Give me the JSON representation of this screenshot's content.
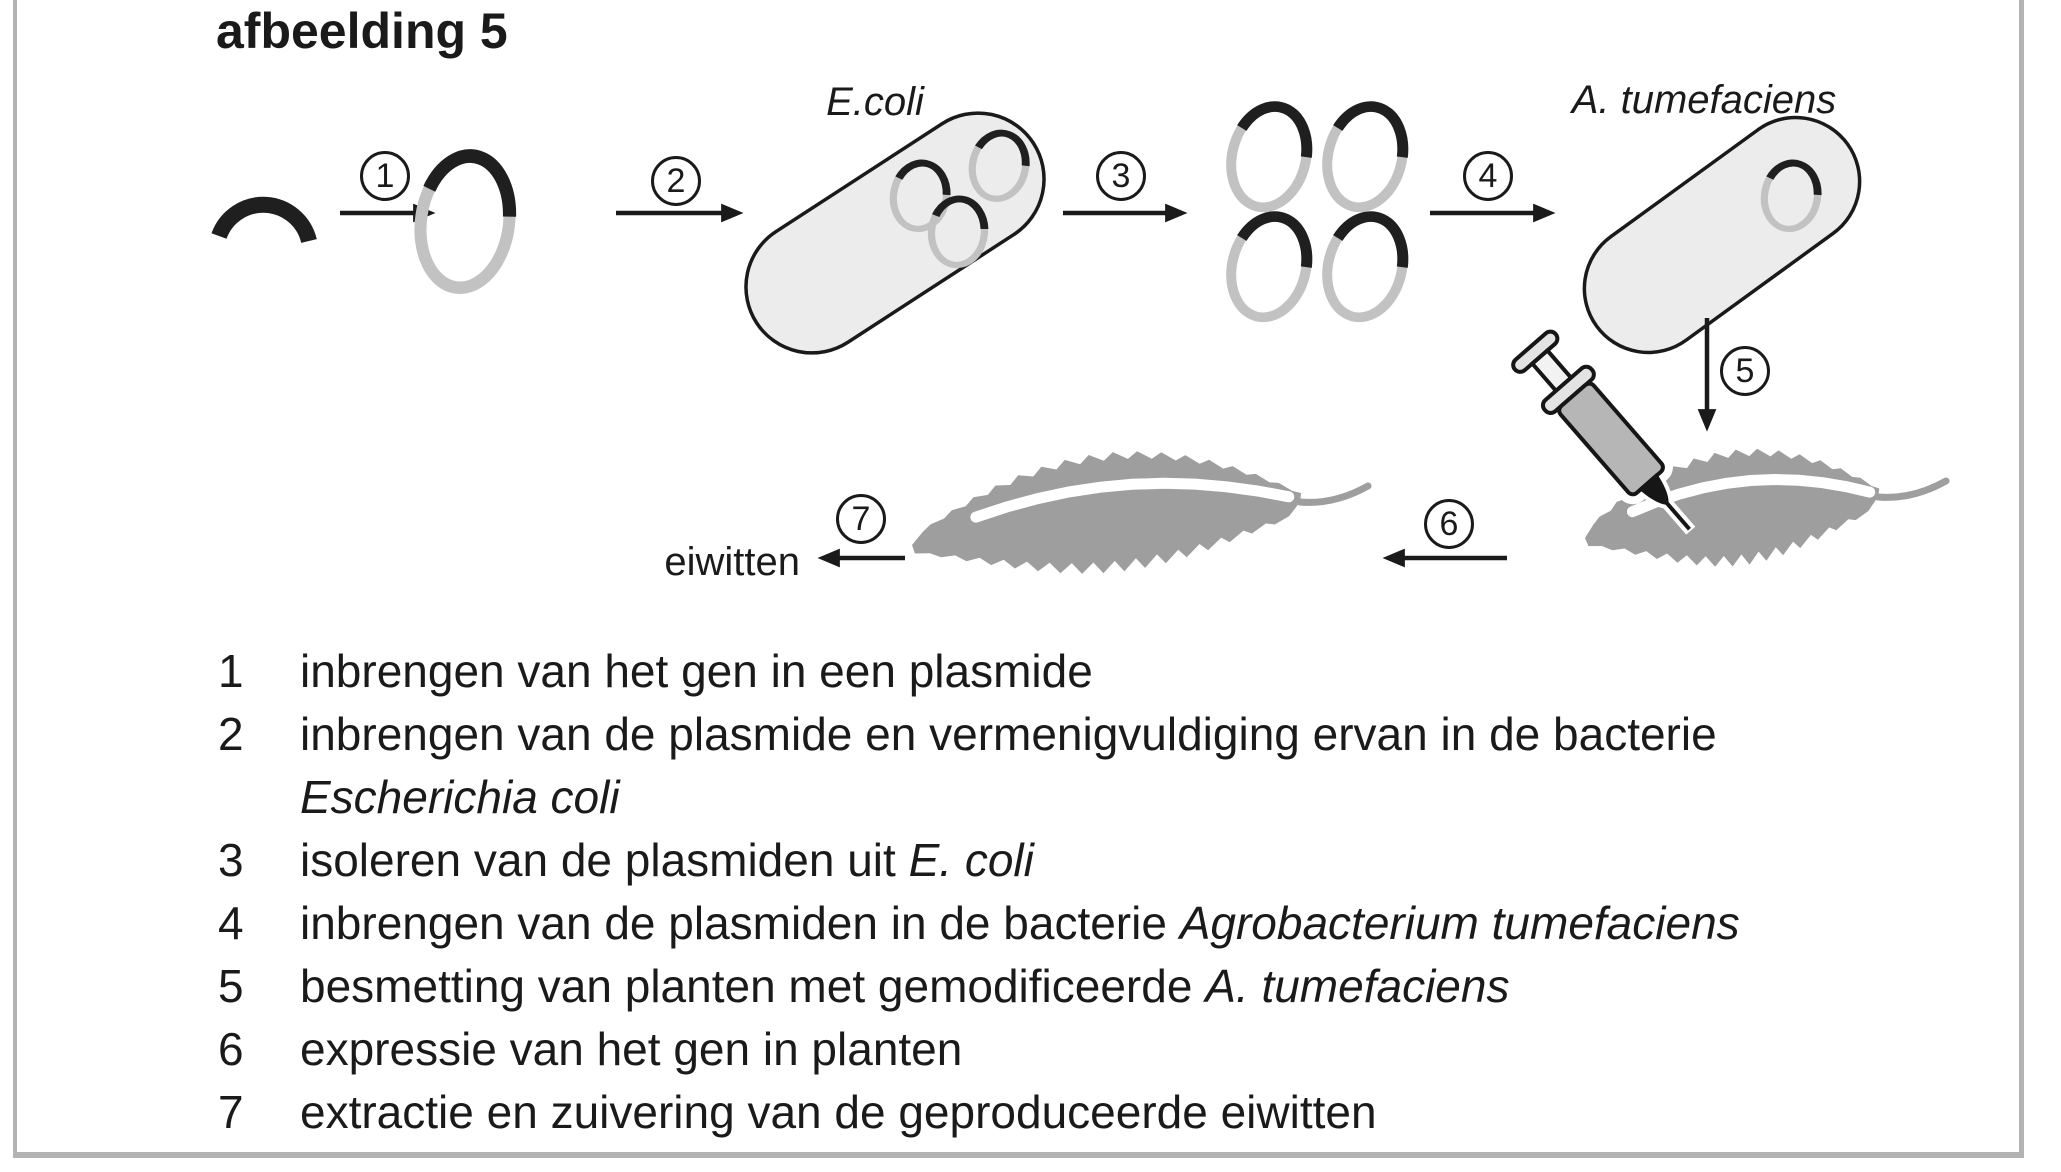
{
  "figure": {
    "title": "afbeelding 5"
  },
  "diagram": {
    "labels": {
      "ecoli": "E.coli",
      "atumefaciens": "A. tumefaciens",
      "eiwitten": "eiwitten"
    },
    "step_markers": [
      "1",
      "2",
      "3",
      "4",
      "5",
      "6",
      "7"
    ]
  },
  "legend": {
    "rows": [
      {
        "num": "1",
        "parts": [
          {
            "text": "inbrengen van het gen in een plasmide",
            "italic": false
          }
        ]
      },
      {
        "num": "2",
        "parts": [
          {
            "text": "inbrengen van de plasmide en vermenigvuldiging ervan in de bacterie",
            "italic": false
          }
        ]
      },
      {
        "num": "",
        "parts": [
          {
            "text": "Escherichia coli",
            "italic": true
          }
        ]
      },
      {
        "num": "3",
        "parts": [
          {
            "text": "isoleren van de plasmiden uit ",
            "italic": false
          },
          {
            "text": "E. coli",
            "italic": true
          }
        ]
      },
      {
        "num": "4",
        "parts": [
          {
            "text": "inbrengen van de plasmiden in de bacterie ",
            "italic": false
          },
          {
            "text": "Agrobacterium tumefaciens",
            "italic": true
          }
        ]
      },
      {
        "num": "5",
        "parts": [
          {
            "text": "besmetting van planten met gemodificeerde ",
            "italic": false
          },
          {
            "text": "A. tumefaciens",
            "italic": true
          }
        ]
      },
      {
        "num": "6",
        "parts": [
          {
            "text": "expressie van het gen in planten",
            "italic": false
          }
        ]
      },
      {
        "num": "7",
        "parts": [
          {
            "text": "extractie en zuivering van de geproduceerde eiwitten",
            "italic": false
          }
        ]
      }
    ]
  },
  "colors": {
    "ink": "#1a1a1a",
    "bacterium_fill": "#ececec",
    "plasmid_ring": "#c2c2c2",
    "plasmid_insert": "#1f1f1f",
    "leaf": "#9e9e9e",
    "syringe_barrel": "#b6b6b6",
    "syringe_flange": "#e3e3e3",
    "page_border": "#b3b3b3"
  }
}
